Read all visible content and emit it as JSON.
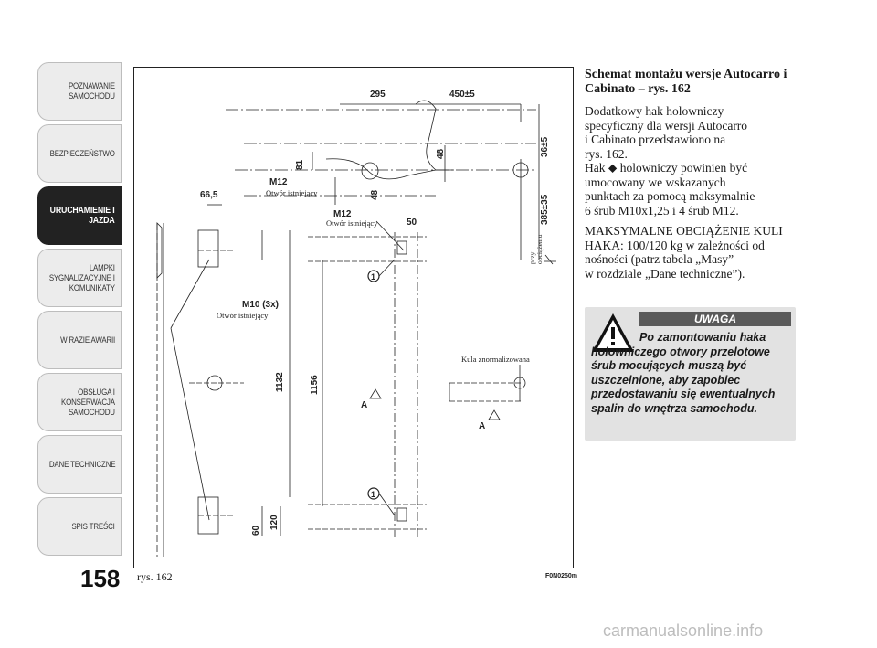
{
  "sidebar": {
    "tabs": [
      {
        "label": "POZNAWANIE\nSAMOCHODU",
        "active": false
      },
      {
        "label": "BEZPIECZEŃSTWO",
        "active": false
      },
      {
        "label": "URUCHAMIENIE I\nJAZDA",
        "active": true
      },
      {
        "label": "LAMPKI\nSYGNALIZACYJNE I\nKOMUNIKATY",
        "active": false
      },
      {
        "label": "W RAZIE AWARII",
        "active": false
      },
      {
        "label": "OBSŁUGA I\nKONSERWACJA\nSAMOCHODU",
        "active": false
      },
      {
        "label": "DANE TECHNICZNE",
        "active": false
      },
      {
        "label": "SPIS TREŚCI",
        "active": false
      }
    ]
  },
  "page_number": "158",
  "figure": {
    "caption": "rys. 162",
    "code": "F0N0250m",
    "labels": {
      "d295": "295",
      "d450": "450±5",
      "d36": "36±5",
      "d385": "385±35",
      "d48a": "48",
      "d48b": "48",
      "d81": "81",
      "d50": "50",
      "d665": "66,5",
      "d1132": "1132",
      "d1156": "1156",
      "d60": "60",
      "d120": "120",
      "m12a": "M12",
      "m12b": "M12",
      "m10": "M10 (3x)",
      "hole1": "Otwór istniejący",
      "hole2": "Otwór istniejący",
      "hole3": "Otwór istniejący",
      "ball": "Kula znormalizowana",
      "load": "przy\nobciążeniu",
      "a1": "A",
      "a2": "A",
      "n1": "1",
      "n2": "1"
    }
  },
  "content": {
    "title": "Schemat montażu wersje Autocarro i Cabinato – rys. 162",
    "p1": "Dodatkowy hak holowniczy\nspecyficzny dla wersji Autocarro\ni Cabinato przedstawiono na\nrys. 162.\nHak ⬥ holowniczy powinien być\numocowany we wskazanych\npunktach za pomocą maksymalnie\n6 śrub M10x1,25 i 4 śrub M12.",
    "p2": "MAKSYMALNE OBCIĄŻENIE KULI\nHAKA: 100/120 kg w zależności od\nnośności (patrz tabela „Masy”\nw rozdziale „Dane techniczne”)."
  },
  "warning": {
    "heading": "UWAGA",
    "text": "Po zamontowaniu haka holowniczego otwory przelotowe śrub mocujących muszą być uszczelnione, aby zapobiec przedostawaniu się ewentualnych spalin do wnętrza samochodu.",
    "icon": "exclamation-triangle-icon"
  },
  "footer": "carmanualsonline.info"
}
